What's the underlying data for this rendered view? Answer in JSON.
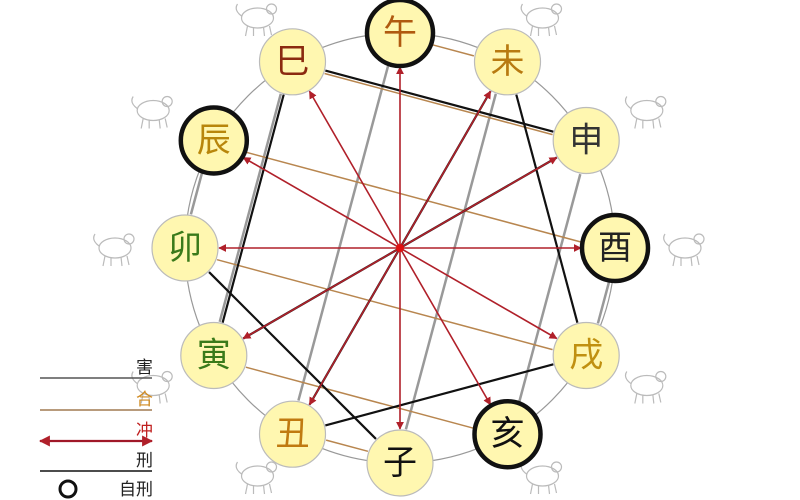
{
  "branches": [
    {
      "char": "子",
      "color": "#111111",
      "self_xing": false,
      "animal": "rat"
    },
    {
      "char": "丑",
      "color": "#c07a10",
      "self_xing": false,
      "animal": "ox"
    },
    {
      "char": "寅",
      "color": "#3a7a1a",
      "self_xing": false,
      "animal": "tiger"
    },
    {
      "char": "卯",
      "color": "#3a7a1a",
      "self_xing": false,
      "animal": "rabbit"
    },
    {
      "char": "辰",
      "color": "#b8860b",
      "self_xing": true,
      "animal": "dragon"
    },
    {
      "char": "巳",
      "color": "#8b2a10",
      "self_xing": false,
      "animal": "snake"
    },
    {
      "char": "午",
      "color": "#b05a10",
      "self_xing": true,
      "animal": "horse"
    },
    {
      "char": "未",
      "color": "#b87a10",
      "self_xing": false,
      "animal": "goat"
    },
    {
      "char": "申",
      "color": "#333333",
      "self_xing": false,
      "animal": "monkey"
    },
    {
      "char": "酉",
      "color": "#222222",
      "self_xing": true,
      "animal": "rooster"
    },
    {
      "char": "戌",
      "color": "#c09010",
      "self_xing": false,
      "animal": "dog"
    },
    {
      "char": "亥",
      "color": "#111111",
      "self_xing": true,
      "animal": "pig"
    }
  ],
  "relations": {
    "hai": {
      "label": "害",
      "color": "#999999",
      "pairs": [
        [
          "子",
          "未"
        ],
        [
          "丑",
          "午"
        ],
        [
          "寅",
          "巳"
        ],
        [
          "卯",
          "辰"
        ],
        [
          "申",
          "亥"
        ],
        [
          "酉",
          "戌"
        ]
      ]
    },
    "he": {
      "label": "合",
      "color": "#b8864f",
      "pairs": [
        [
          "子",
          "丑"
        ],
        [
          "寅",
          "亥"
        ],
        [
          "卯",
          "戌"
        ],
        [
          "辰",
          "酉"
        ],
        [
          "巳",
          "申"
        ],
        [
          "午",
          "未"
        ]
      ]
    },
    "chong": {
      "label": "冲",
      "color": "#b0202a",
      "pairs": [
        [
          "子",
          "午"
        ],
        [
          "丑",
          "未"
        ],
        [
          "寅",
          "申"
        ],
        [
          "卯",
          "酉"
        ],
        [
          "辰",
          "戌"
        ],
        [
          "巳",
          "亥"
        ]
      ]
    },
    "xing": {
      "label": "刑",
      "color": "#111111",
      "pairs": [
        [
          "寅",
          "巳"
        ],
        [
          "巳",
          "申"
        ],
        [
          "申",
          "寅"
        ],
        [
          "丑",
          "戌"
        ],
        [
          "戌",
          "未"
        ],
        [
          "未",
          "丑"
        ],
        [
          "子",
          "卯"
        ]
      ]
    }
  },
  "legend": [
    {
      "key": "hai",
      "label": "害",
      "color": "#555555",
      "label_color": "#222222"
    },
    {
      "key": "he",
      "label": "合",
      "color": "#a07a50",
      "label_color": "#d08a20"
    },
    {
      "key": "chong",
      "label": "冲",
      "color": "#a01828",
      "label_color": "#c02020"
    },
    {
      "key": "xing",
      "label": "刑",
      "color": "#111111",
      "label_color": "#222222"
    },
    {
      "key": "self_xing",
      "label": "自刑",
      "color": "#111111",
      "label_color": "#222222"
    }
  ],
  "colors": {
    "node_fill": "#fff7b0",
    "node_stroke": "#bbbbbb",
    "ring": "#999999",
    "center_dot": "#e01010"
  }
}
